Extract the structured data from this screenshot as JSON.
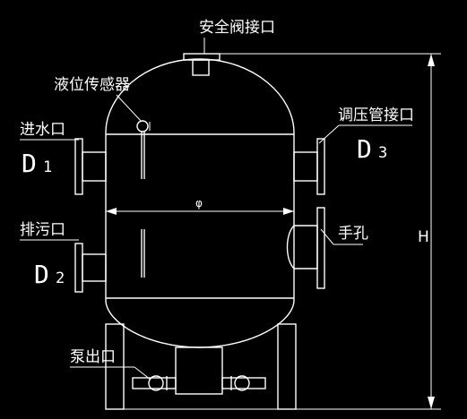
{
  "labels": {
    "safety_valve": "安全阀接口",
    "level_sensor": "液位传感器",
    "inlet": "进水口",
    "pressure_port": "调压管接口",
    "drain": "排污口",
    "hand_hole": "手孔",
    "pump_outlet": "泵出口"
  },
  "ports": {
    "d1": {
      "letter": "D",
      "index": "1"
    },
    "d2": {
      "letter": "D",
      "index": "2"
    },
    "d3": {
      "letter": "D",
      "index": "3"
    }
  },
  "dimensions": {
    "diameter_symbol": "φ",
    "height_symbol": "H"
  },
  "colors": {
    "background": "#000000",
    "line": "#ffffff"
  }
}
